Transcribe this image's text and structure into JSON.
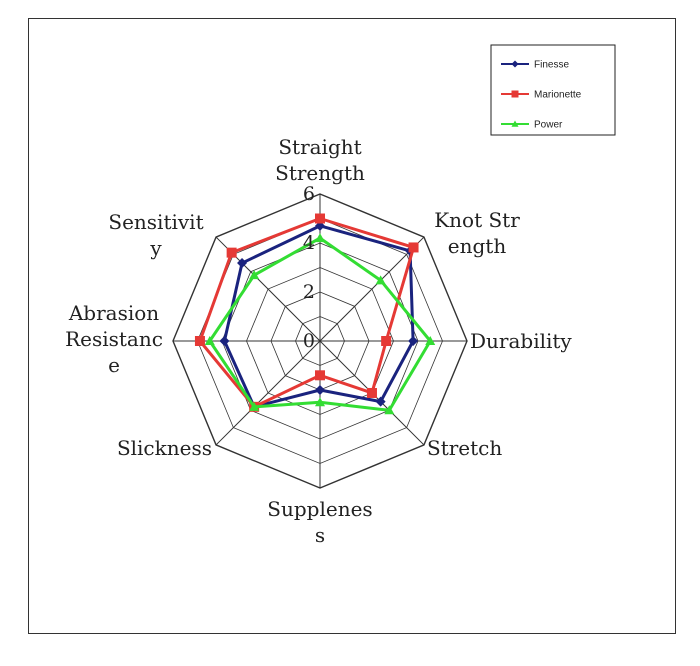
{
  "chart_data": {
    "type": "radar",
    "title": "",
    "axes": [
      {
        "label_lines": [
          "Straight",
          "Strength"
        ]
      },
      {
        "label_lines": [
          "Knot  Str",
          "ength"
        ]
      },
      {
        "label_lines": [
          "Durability"
        ]
      },
      {
        "label_lines": [
          "Stretch"
        ]
      },
      {
        "label_lines": [
          "Supplenes",
          "s"
        ]
      },
      {
        "label_lines": [
          "Slickness"
        ]
      },
      {
        "label_lines": [
          "Abrasion",
          "Resistanc",
          "e"
        ]
      },
      {
        "label_lines": [
          "Sensitivit",
          "y"
        ]
      }
    ],
    "r_ticks": [
      "0",
      "2",
      "4",
      "6"
    ],
    "r_range": [
      0,
      6
    ],
    "r_step": 1,
    "series": [
      {
        "name": "Finesse",
        "color": "#1a237e",
        "marker": "diamond",
        "values": [
          4.7,
          5.2,
          3.8,
          3.5,
          2.0,
          3.8,
          3.9,
          4.5
        ]
      },
      {
        "name": "Marionette",
        "color": "#e53935",
        "marker": "square",
        "values": [
          5.0,
          5.4,
          2.7,
          3.0,
          1.4,
          3.8,
          4.9,
          5.1
        ]
      },
      {
        "name": "Power",
        "color": "#33dd33",
        "marker": "triangle",
        "values": [
          4.2,
          3.5,
          4.5,
          4.0,
          2.5,
          3.8,
          4.5,
          3.8
        ]
      }
    ],
    "legend_position": "top-right",
    "grid": true
  }
}
